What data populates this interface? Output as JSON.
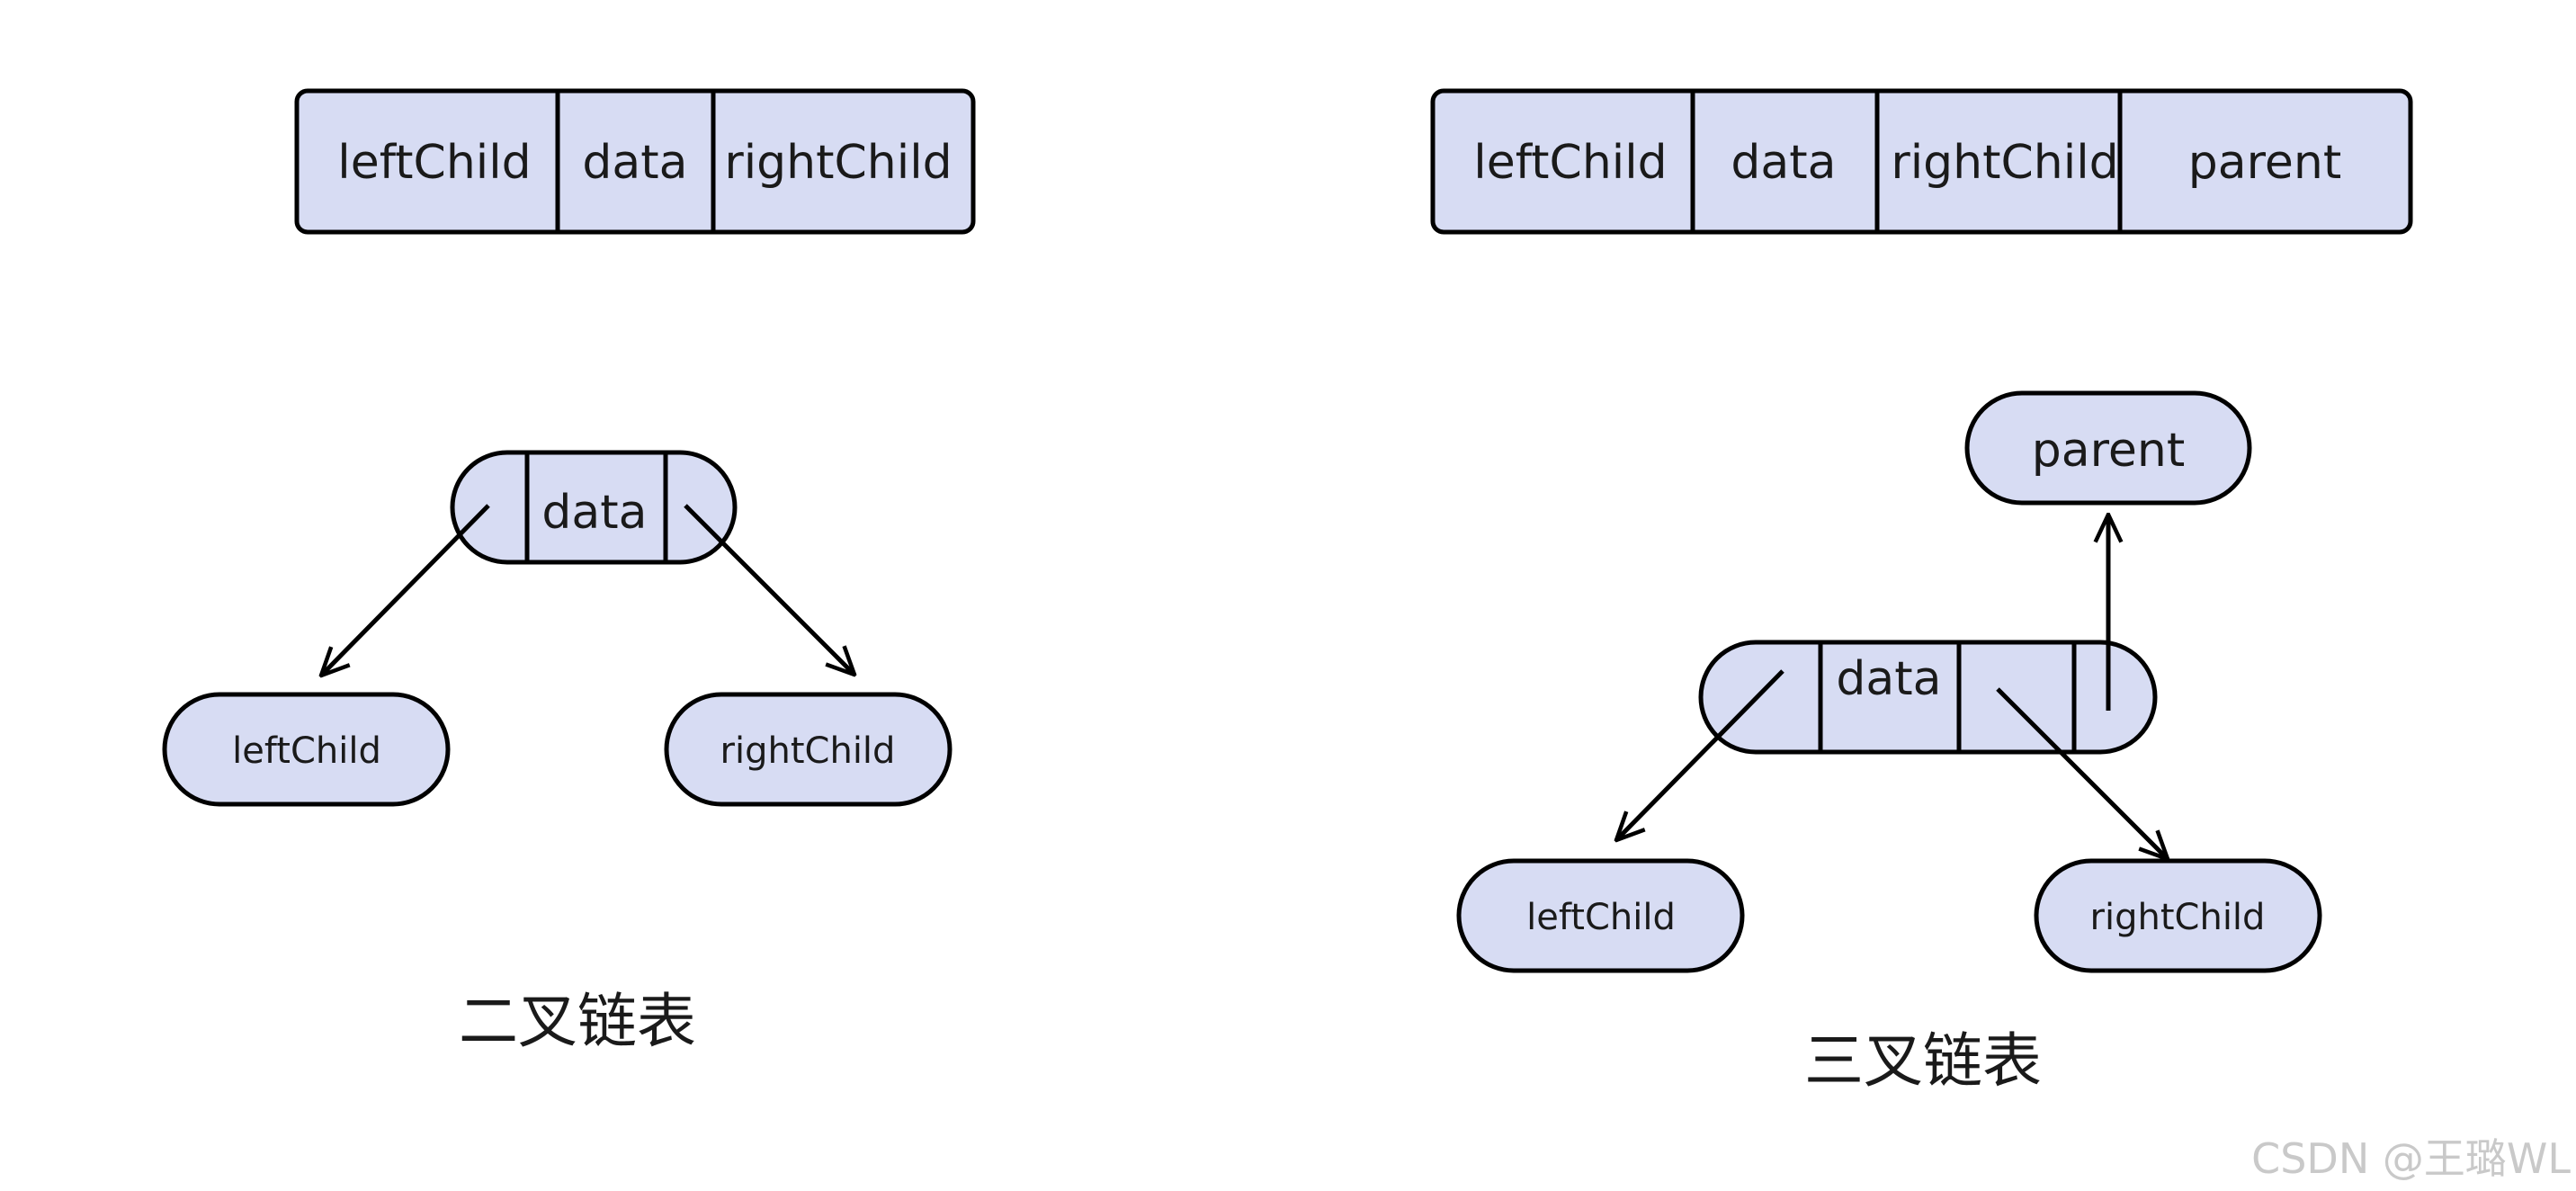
{
  "colors": {
    "node_fill": "#d7dcf3",
    "stroke": "#000000",
    "text": "#1a1a1a"
  },
  "binary": {
    "struct_fields": [
      "leftChild",
      "data",
      "rightChild"
    ],
    "node_label": "data",
    "left_child": "leftChild",
    "right_child": "rightChild",
    "caption": "二叉链表"
  },
  "ternary": {
    "struct_fields": [
      "leftChild",
      "data",
      "rightChild",
      "parent"
    ],
    "node_label": "data",
    "parent": "parent",
    "left_child": "leftChild",
    "right_child": "rightChild",
    "caption": "三叉链表"
  },
  "watermark": "CSDN @王璐WL"
}
